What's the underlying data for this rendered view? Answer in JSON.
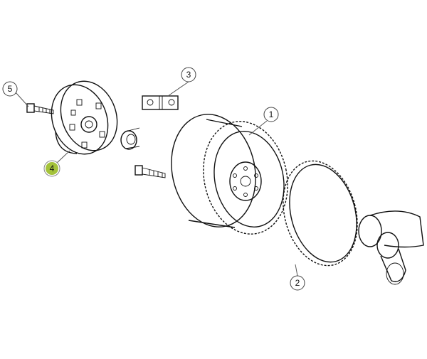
{
  "diagram": {
    "callouts": [
      {
        "id": "1",
        "label": "1",
        "part": "flywheel"
      },
      {
        "id": "2",
        "label": "2",
        "part": "ring-gear"
      },
      {
        "id": "3",
        "label": "3",
        "part": "bracket"
      },
      {
        "id": "4",
        "label": "4",
        "part": "vibration-damper",
        "highlighted": true
      },
      {
        "id": "5",
        "label": "5",
        "part": "bolt"
      }
    ],
    "colors": {
      "highlight": "#a4c23a",
      "line": "#111111"
    }
  }
}
